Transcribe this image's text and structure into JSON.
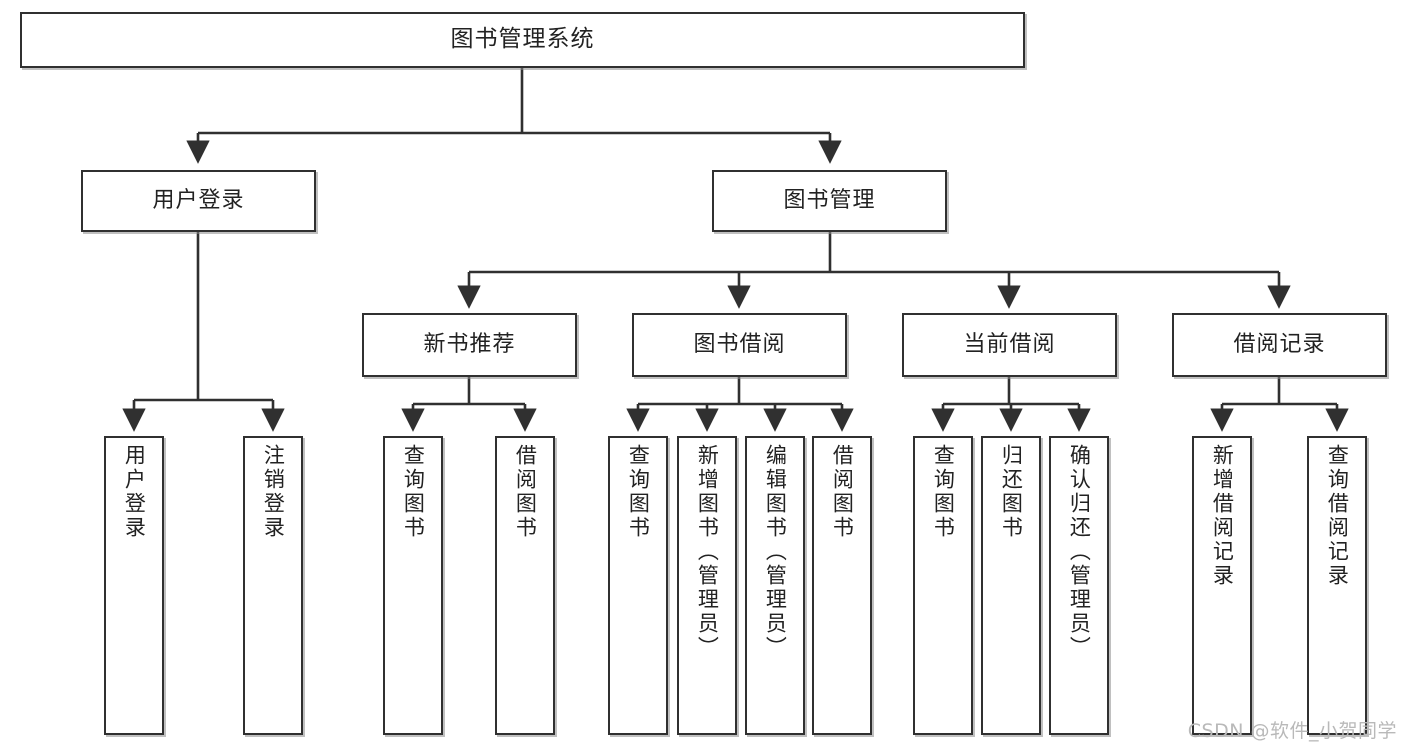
{
  "diagram": {
    "title": "图书管理系统",
    "type": "tree-hierarchy",
    "root": {
      "label": "图书管理系统"
    },
    "level2": [
      {
        "label": "用户登录"
      },
      {
        "label": "图书管理"
      }
    ],
    "level3": [
      {
        "label": "新书推荐"
      },
      {
        "label": "图书借阅"
      },
      {
        "label": "当前借阅"
      },
      {
        "label": "借阅记录"
      }
    ],
    "leaves": {
      "user_login": [
        {
          "label": "用户登录"
        },
        {
          "label": "注销登录"
        }
      ],
      "new_book_recommend": [
        {
          "label": "查询图书"
        },
        {
          "label": "借阅图书"
        }
      ],
      "book_borrow": [
        {
          "label": "查询图书"
        },
        {
          "label": "新增图书（管理员）"
        },
        {
          "label": "编辑图书（管理员）"
        },
        {
          "label": "借阅图书"
        }
      ],
      "current_borrow": [
        {
          "label": "查询图书"
        },
        {
          "label": "归还图书"
        },
        {
          "label": "确认归还（管理员）"
        }
      ],
      "borrow_record": [
        {
          "label": "新增借阅记录"
        },
        {
          "label": "查询借阅记录"
        }
      ]
    }
  },
  "watermark": {
    "text": "CSDN @软件_小贺同学"
  },
  "colors": {
    "box_border": "#303030",
    "box_fill": "#ffffff",
    "text": "#222222",
    "edge": "#303030",
    "watermark": "#b9b9b9"
  }
}
